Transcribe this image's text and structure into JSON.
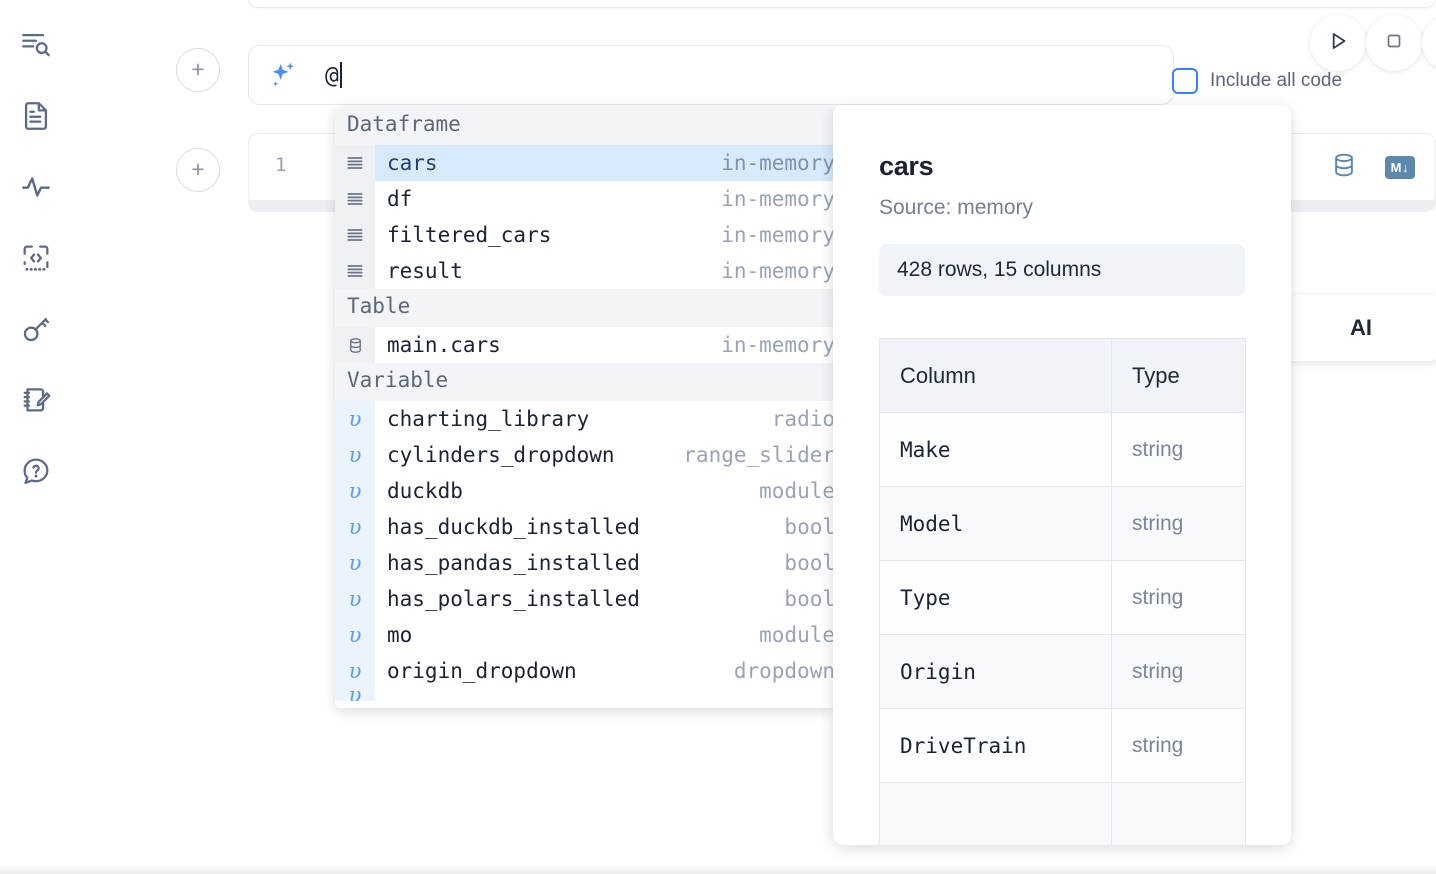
{
  "rail": {
    "items": [
      {
        "name": "outline-search-icon",
        "label": "Explore"
      },
      {
        "name": "file-text-icon",
        "label": "Notebook files"
      },
      {
        "name": "activity-icon",
        "label": "Activity"
      },
      {
        "name": "code-snippet-icon",
        "label": "Snippets"
      },
      {
        "name": "key-icon",
        "label": "Secrets"
      },
      {
        "name": "scratchpad-icon",
        "label": "Scratchpad"
      },
      {
        "name": "help-chat-icon",
        "label": "Help"
      }
    ]
  },
  "toolbar": {
    "run_label": "Run",
    "stop_label": "Stop",
    "more_label": "More",
    "include_all_code_label": "Include all code",
    "include_all_code_checked": false
  },
  "ai_prompt": {
    "value": "@",
    "placeholder": "",
    "icon": "sparkle-icon"
  },
  "code_cell": {
    "line_number": "1",
    "database_icon": "database-icon",
    "markdown_badge": "M↓"
  },
  "ai_pill": {
    "label": "AI"
  },
  "autocomplete": {
    "groups": [
      {
        "label": "Dataframe",
        "icon": "dataframe-icon",
        "icon_kind": "rows",
        "items": [
          {
            "name": "cars",
            "kind": "in-memory",
            "selected": true
          },
          {
            "name": "df",
            "kind": "in-memory",
            "selected": false
          },
          {
            "name": "filtered_cars",
            "kind": "in-memory",
            "selected": false
          },
          {
            "name": "result",
            "kind": "in-memory",
            "selected": false
          }
        ]
      },
      {
        "label": "Table",
        "icon": "table-icon",
        "icon_kind": "db",
        "items": [
          {
            "name": "main.cars",
            "kind": "in-memory",
            "selected": false
          }
        ]
      },
      {
        "label": "Variable",
        "icon": "variable-icon",
        "icon_kind": "var",
        "items": [
          {
            "name": "charting_library",
            "kind": "radio",
            "selected": false
          },
          {
            "name": "cylinders_dropdown",
            "kind": "range_slider",
            "selected": false
          },
          {
            "name": "duckdb",
            "kind": "module",
            "selected": false
          },
          {
            "name": "has_duckdb_installed",
            "kind": "bool",
            "selected": false
          },
          {
            "name": "has_pandas_installed",
            "kind": "bool",
            "selected": false
          },
          {
            "name": "has_polars_installed",
            "kind": "bool",
            "selected": false
          },
          {
            "name": "mo",
            "kind": "module",
            "selected": false
          },
          {
            "name": "origin_dropdown",
            "kind": "dropdown",
            "selected": false
          },
          {
            "name": "",
            "kind": "",
            "selected": false
          }
        ]
      }
    ]
  },
  "info_panel": {
    "title": "cars",
    "source": "Source: memory",
    "dimensions": "428 rows, 15 columns",
    "table": {
      "headers": [
        "Column",
        "Type"
      ],
      "rows": [
        {
          "column": "Make",
          "type": "string"
        },
        {
          "column": "Model",
          "type": "string"
        },
        {
          "column": "Type",
          "type": "string"
        },
        {
          "column": "Origin",
          "type": "string"
        },
        {
          "column": "DriveTrain",
          "type": "string"
        },
        {
          "column": "",
          "type": ""
        }
      ]
    }
  },
  "colors": {
    "accent_blue": "#3b82f6",
    "selected_row_bg": "#d8e9fb",
    "group_header_bg": "#f2f4f7",
    "db_icon": "#5b88ab",
    "muted_text": "#9aa3b4"
  }
}
